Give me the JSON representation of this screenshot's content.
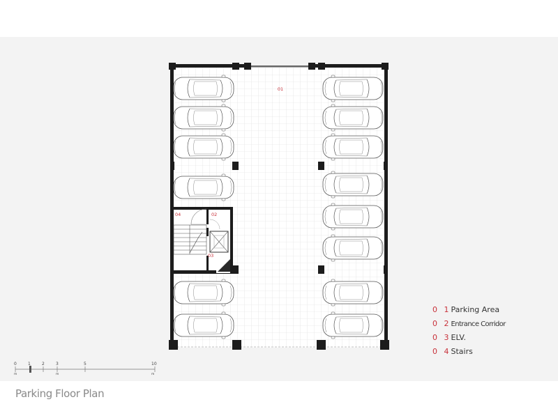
{
  "room_labels": {
    "r01": "01",
    "r02": "02",
    "r03": "03",
    "r04": "04"
  },
  "legend": [
    {
      "num": "0 1",
      "label": "Parking Area"
    },
    {
      "num": "0 2",
      "label": "Entrance Corridor"
    },
    {
      "num": "0 3",
      "label": "ELV."
    },
    {
      "num": "0 4",
      "label": "Stairs"
    }
  ],
  "scale_bar": {
    "ticks": [
      "0",
      "1",
      "2",
      "3",
      "5",
      "10"
    ],
    "unit": "m"
  },
  "caption": "Parking Floor Plan",
  "colors": {
    "wall": "#1c1c1c",
    "grid": "#dedede",
    "floor": "#ffffff",
    "accent": "#c8313a",
    "car_outline": "#555555"
  }
}
